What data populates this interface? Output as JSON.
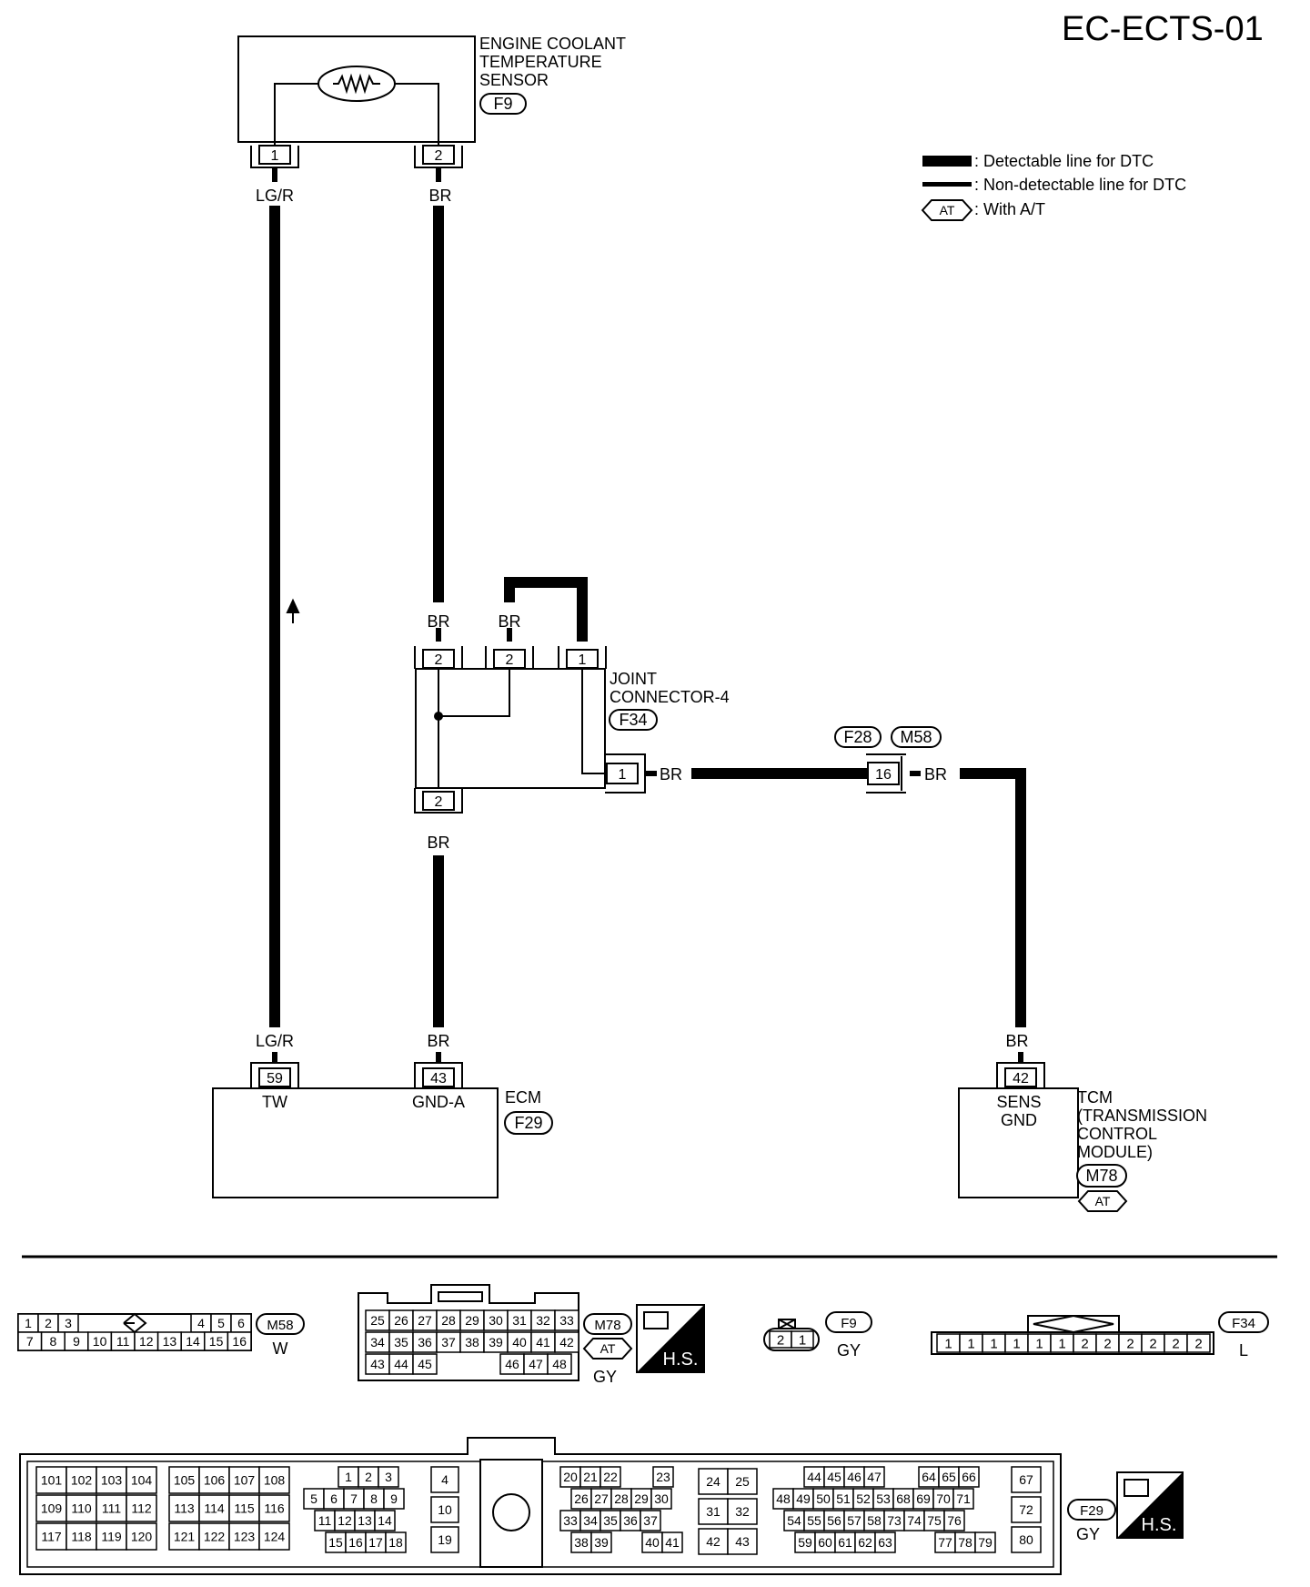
{
  "page_code": "EC-ECTS-01",
  "legend": {
    "detectable": ": Detectable line for DTC",
    "non_detectable": ": Non-detectable line for DTC",
    "with_at_symbol": "AT",
    "with_at": ": With A/T"
  },
  "sensor": {
    "name_line1": "ENGINE COOLANT",
    "name_line2": "TEMPERATURE",
    "name_line3": "SENSOR",
    "connector": "F9",
    "pin1": "1",
    "pin2": "2"
  },
  "joint": {
    "name_line1": "JOINT",
    "name_line2": "CONNECTOR-4",
    "connector": "F34",
    "pin_top_left": "2",
    "pin_top_mid": "2",
    "pin_top_right": "1",
    "pin_right": "1",
    "pin_bottom": "2"
  },
  "harness_connector": {
    "code1": "F28",
    "code2": "M58",
    "pin": "16"
  },
  "ecm": {
    "name": "ECM",
    "connector": "F29",
    "pin_tw": "59",
    "pin_gnd": "43",
    "terminal_tw": "TW",
    "terminal_gnd": "GND-A"
  },
  "tcm": {
    "name_line1": "TCM",
    "name_line2": "(TRANSMISSION",
    "name_line3": "CONTROL",
    "name_line4": "MODULE)",
    "connector": "M78",
    "at_symbol": "AT",
    "pin": "42",
    "terminal_line1": "SENS",
    "terminal_line2": "GND"
  },
  "wires": {
    "lgr": "LG/R",
    "br": "BR"
  },
  "connector_views": {
    "m58": {
      "code": "M58",
      "color": "W",
      "row1_left": [
        "1",
        "2",
        "3"
      ],
      "row1_right": [
        "4",
        "5",
        "6"
      ],
      "row2": [
        "7",
        "8",
        "9",
        "10",
        "11",
        "12",
        "13",
        "14",
        "15",
        "16"
      ]
    },
    "m78": {
      "code": "M78",
      "at_symbol": "AT",
      "color": "GY",
      "hs": "H.S.",
      "row1": [
        "25",
        "26",
        "27",
        "28",
        "29",
        "30",
        "31",
        "32",
        "33"
      ],
      "row2": [
        "34",
        "35",
        "36",
        "37",
        "38",
        "39",
        "40",
        "41",
        "42"
      ],
      "row3_left": [
        "43",
        "44",
        "45"
      ],
      "row3_right": [
        "46",
        "47",
        "48"
      ]
    },
    "f9": {
      "code": "F9",
      "color": "GY",
      "pins": [
        "2",
        "1"
      ]
    },
    "f34": {
      "code": "F34",
      "color": "L",
      "pins": [
        "1",
        "1",
        "1",
        "1",
        "1",
        "1",
        "2",
        "2",
        "2",
        "2",
        "2",
        "2"
      ]
    },
    "f29": {
      "code": "F29",
      "color": "GY",
      "hs": "H.S.",
      "g1": [
        [
          "101",
          "102",
          "103",
          "104"
        ],
        [
          "109",
          "110",
          "111",
          "112"
        ],
        [
          "117",
          "118",
          "119",
          "120"
        ]
      ],
      "g2": [
        [
          "105",
          "106",
          "107",
          "108"
        ],
        [
          "113",
          "114",
          "115",
          "116"
        ],
        [
          "121",
          "122",
          "123",
          "124"
        ]
      ],
      "g3": [
        [
          "1",
          "2",
          "3"
        ],
        [
          "5",
          "6",
          "7",
          "8",
          "9"
        ],
        [
          "11",
          "12",
          "13",
          "14"
        ],
        [
          "15",
          "16",
          "17",
          "18"
        ]
      ],
      "g4": [
        "4",
        "10",
        "19"
      ],
      "g5": [
        [
          "20",
          "21",
          "22",
          "23"
        ],
        [
          "26",
          "27",
          "28",
          "29",
          "30"
        ],
        [
          "33",
          "34",
          "35",
          "36",
          "37"
        ],
        [
          "38",
          "39",
          "40",
          "41"
        ]
      ],
      "g6": [
        [
          "24",
          "25"
        ],
        [
          "31",
          "32"
        ],
        [
          "42",
          "43"
        ]
      ],
      "g7": [
        [
          "44",
          "45",
          "46",
          "47",
          "64",
          "65",
          "66"
        ],
        [
          "48",
          "49",
          "50",
          "51",
          "52",
          "53",
          "68",
          "69",
          "70",
          "71"
        ],
        [
          "54",
          "55",
          "56",
          "57",
          "58",
          "73",
          "74",
          "75",
          "76"
        ],
        [
          "59",
          "60",
          "61",
          "62",
          "63",
          "77",
          "78",
          "79"
        ]
      ],
      "g8": [
        "67",
        "72",
        "80"
      ]
    }
  }
}
